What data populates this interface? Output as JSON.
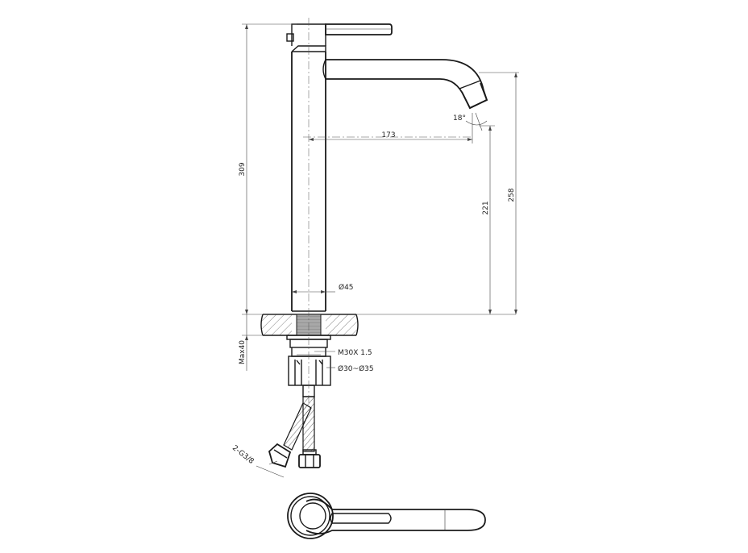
{
  "drawing": {
    "dimensions": {
      "total_height": "309",
      "spout_reach": "173",
      "spout_height": "221",
      "handle_height": "258",
      "body_diameter": "Ø45",
      "thread": "M30X 1.5",
      "hole_diameter": "Ø30~Ø35",
      "max_thickness": "Max40",
      "hose_thread": "2-G3/8",
      "spout_angle": "18°"
    },
    "colors": {
      "line": "#1a1a1a",
      "hatch_fill": "#9a9a9a"
    }
  }
}
